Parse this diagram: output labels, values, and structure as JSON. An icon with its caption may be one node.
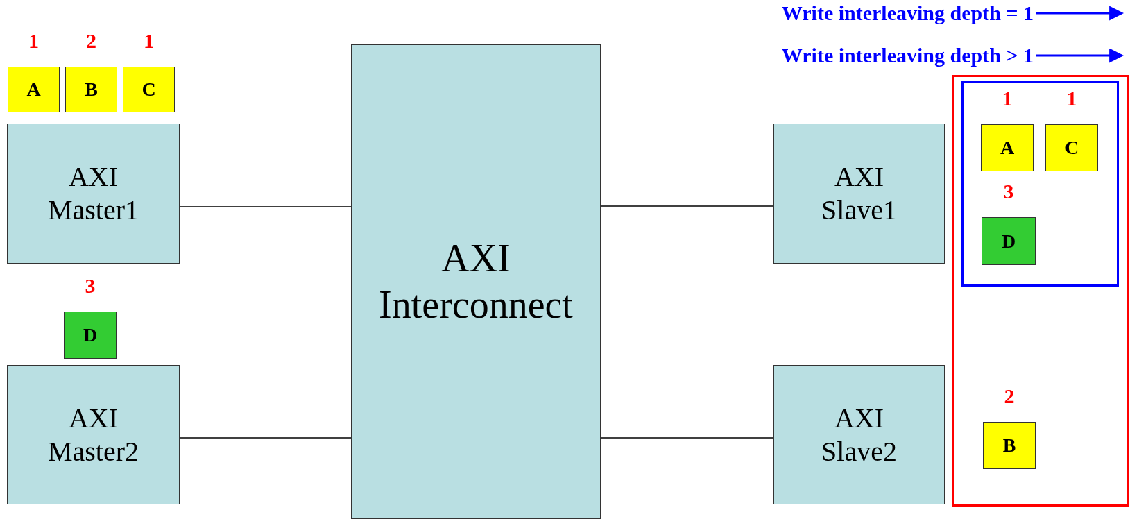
{
  "diagram": {
    "nodes": [
      {
        "text": [
          "A"
        ],
        "beside": [
          "1"
        ]
      },
      {
        "text": [
          "B"
        ],
        "beside": [
          "2"
        ]
      },
      {
        "text": [
          "C"
        ],
        "beside": [
          "1"
        ]
      },
      {
        "text": [
          "AXI Master1"
        ]
      },
      {
        "text": [
          "D"
        ],
        "beside": [
          "3"
        ]
      },
      {
        "text": [
          "AXI Master2"
        ]
      },
      {
        "text": [
          "AXI Interconnect"
        ]
      },
      {
        "text": [
          "AXI Slave1"
        ]
      },
      {
        "text": [
          "AXI Slave2"
        ]
      },
      {
        "text": [],
        "shape": "box"
      },
      {
        "text": [],
        "shape": "box",
        "in": 9
      },
      {
        "text": [
          "A"
        ],
        "beside": [
          "1"
        ],
        "in": 10
      },
      {
        "text": [
          "C"
        ],
        "beside": [
          "1"
        ],
        "in": 10
      },
      {
        "text": [
          "D"
        ],
        "beside": [
          "3"
        ],
        "in": 10
      },
      {
        "text": [
          "B"
        ],
        "beside": [
          "2"
        ],
        "in": 9
      }
    ],
    "edges": [
      {
        "from": 3,
        "to": 6,
        "arrow": "none"
      },
      {
        "from": 5,
        "to": 6,
        "arrow": "none"
      },
      {
        "from": 6,
        "to": 7,
        "arrow": "none"
      },
      {
        "from": 6,
        "to": 8,
        "arrow": "none"
      }
    ],
    "legend": [
      {
        "text": "Write interleaving depth = 1"
      },
      {
        "text": "Write interleaving depth > 1"
      }
    ]
  }
}
